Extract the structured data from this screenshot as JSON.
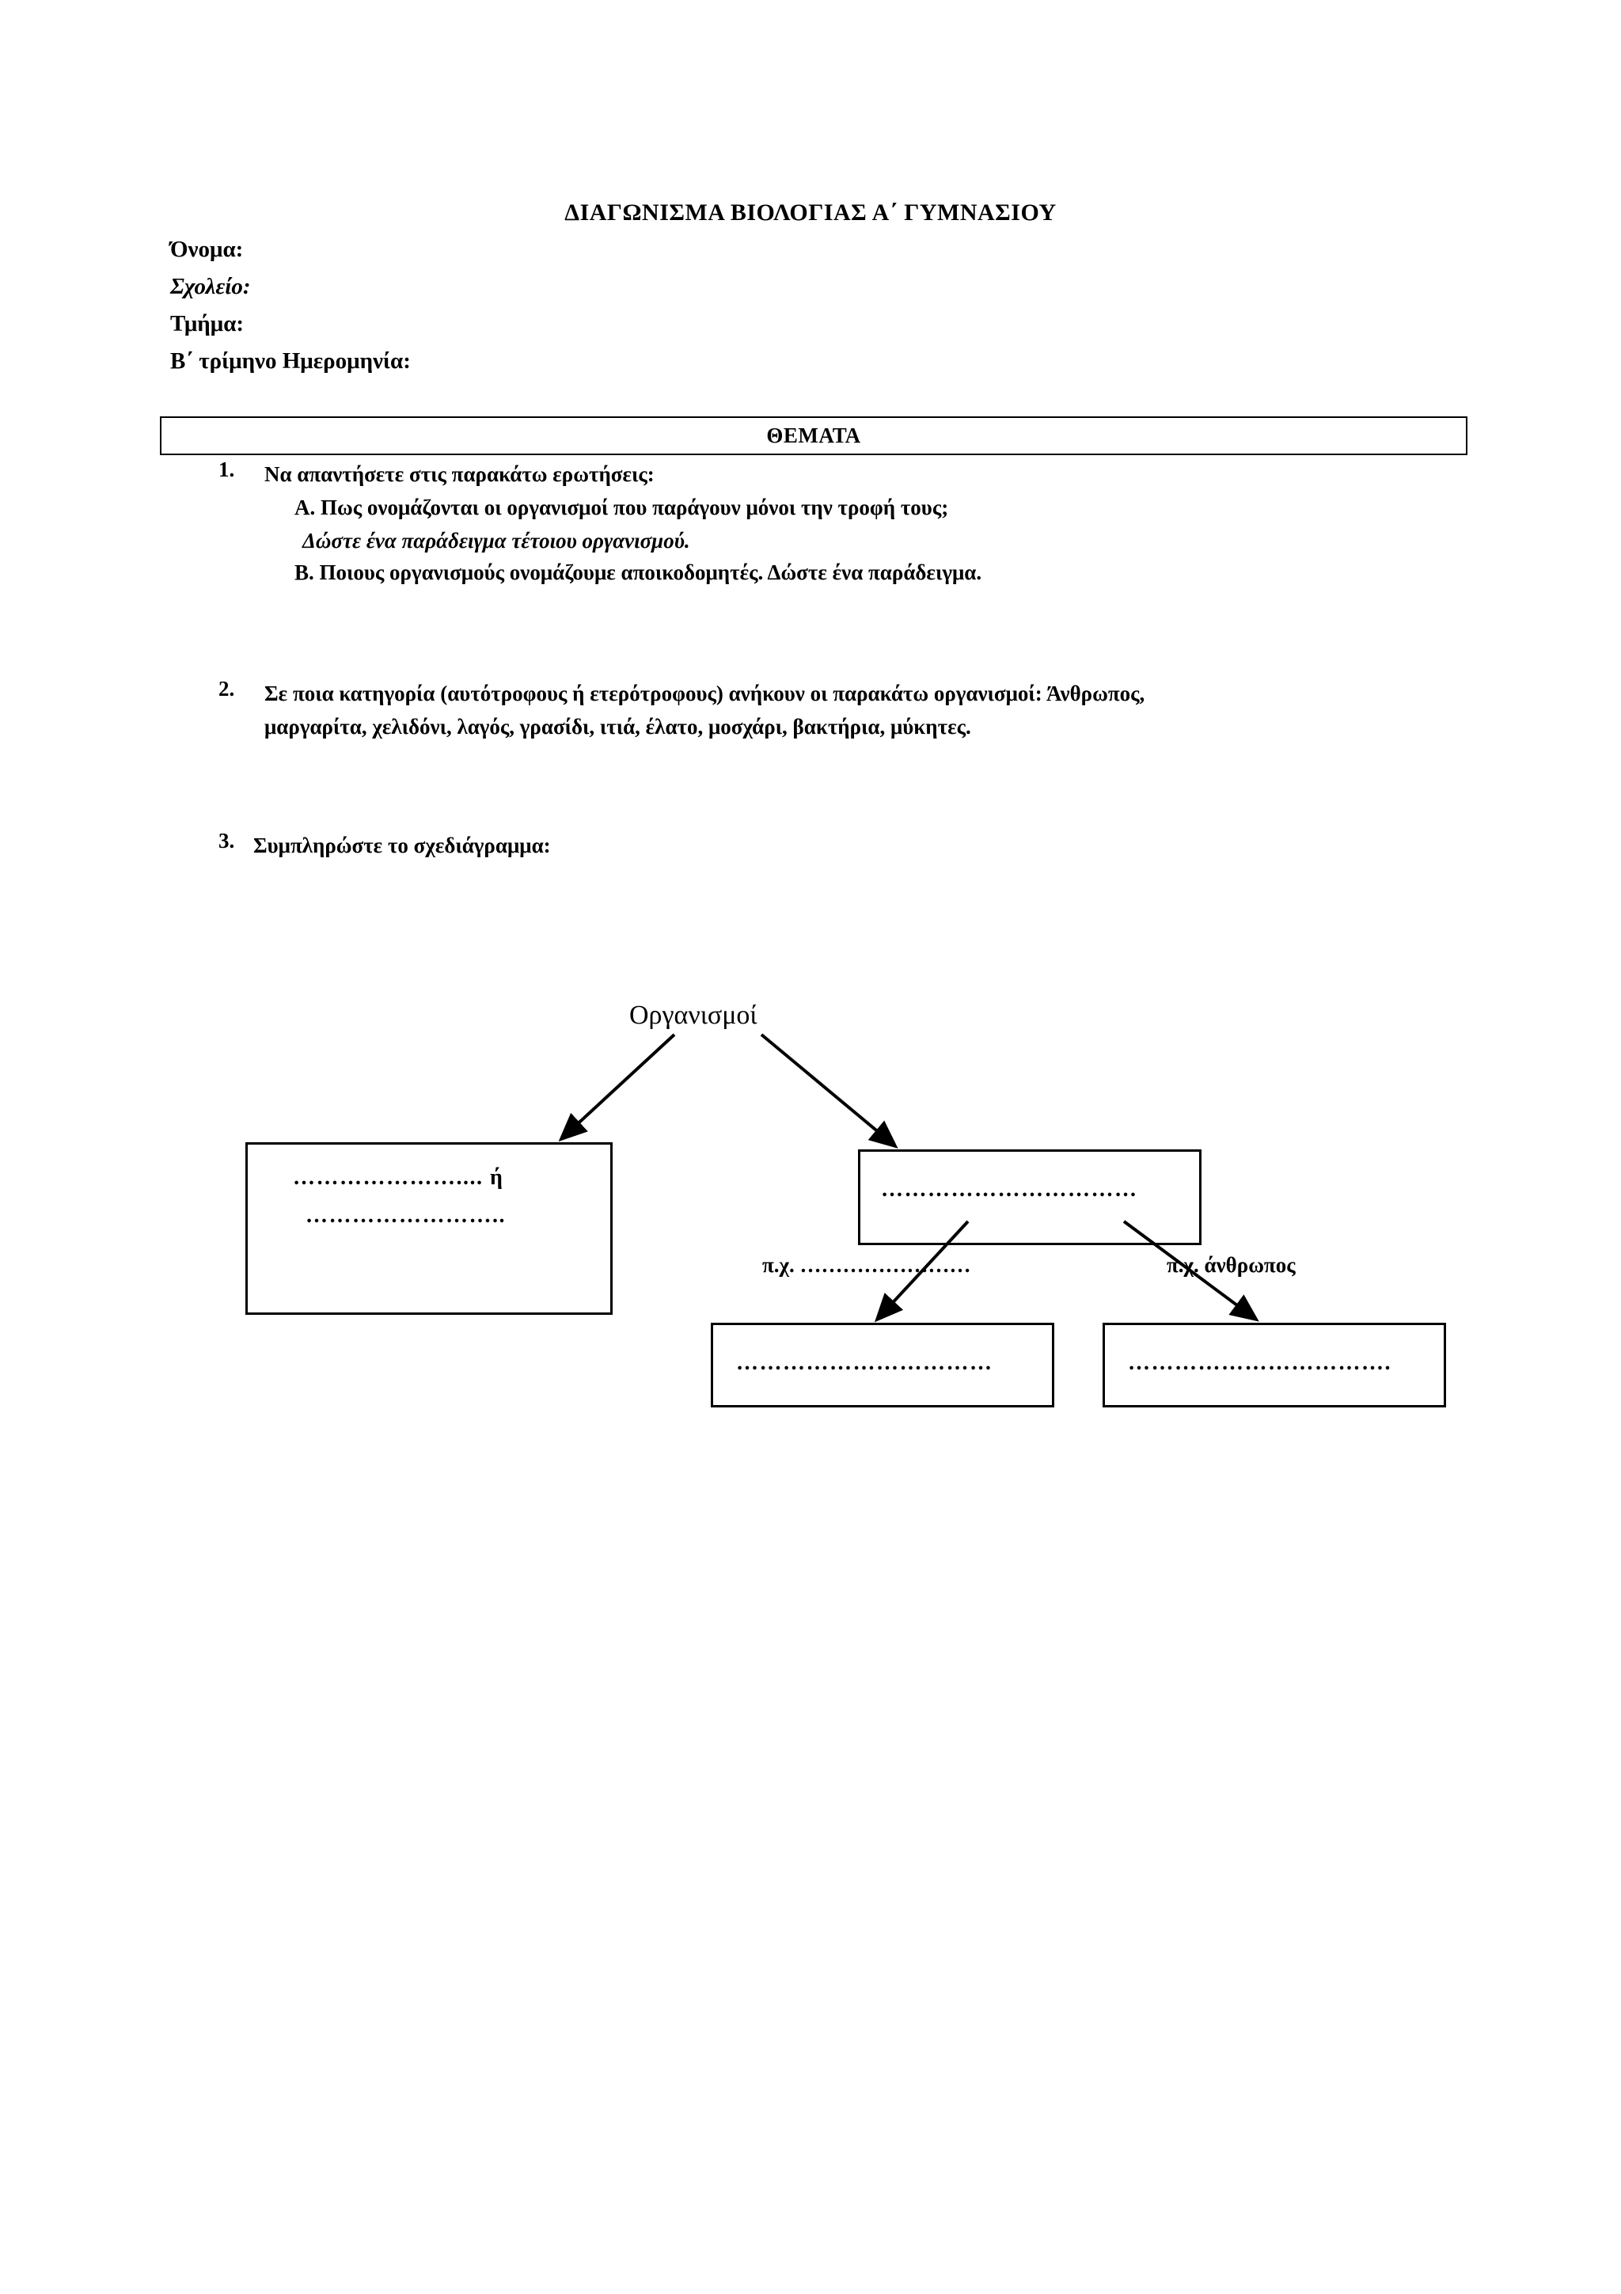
{
  "document": {
    "title": "ΔΙΑΓΩΝΙΣΜΑ ΒΙΟΛΟΓΙΑΣ Α΄ ΓΥΜΝΑΣΙΟΥ",
    "fields": [
      {
        "label": "Όνομα:"
      },
      {
        "label": "Σχολείο:"
      },
      {
        "label": "Τμήμα:"
      },
      {
        "label": "Β΄ τρίμηνο Ημερομηνία:"
      }
    ],
    "section_header": "ΘΕΜΑΤΑ"
  },
  "questions": [
    {
      "number": "1.",
      "stem": "Να απαντήσετε στις παρακάτω ερωτήσεις:",
      "parts": [
        "Α. Πως ονομάζονται οι οργανισμοί που παράγουν μόνοι την τροφή τους;",
        "Δώστε ένα παράδειγμα τέτοιου οργανισμού.",
        "Β. Ποιους οργανισμούς ονομάζουμε αποικοδομητές. Δώστε ένα παράδειγμα."
      ]
    },
    {
      "number": "2.",
      "line1": "Σε ποια κατηγορία (αυτότροφους ή ετερότροφους) ανήκουν οι παρακάτω οργανισμοί: Άνθρωπος,",
      "line2": "μαργαρίτα, χελιδόνι, λαγός, γρασίδι, ιτιά, έλατο, μοσχάρι, βακτήρια, μύκητες."
    },
    {
      "number": "3.",
      "stem": "Συμπληρώστε το σχεδιάγραμμα:"
    }
  ],
  "diagram": {
    "root_label": "Οργανισμοί",
    "box_left": {
      "line1_dots": "…………………....",
      "line1_suffix": "ή",
      "line2_dots": "…………………….."
    },
    "box_middle": {
      "line1_dots": "……………………………"
    },
    "box_bottom_left": {
      "line1_dots": "……………………………"
    },
    "box_bottom_right": {
      "line1_dots": "……………………………."
    },
    "example_left": "π.χ. ……………………",
    "example_right": "π.χ. άνθρωπος"
  }
}
